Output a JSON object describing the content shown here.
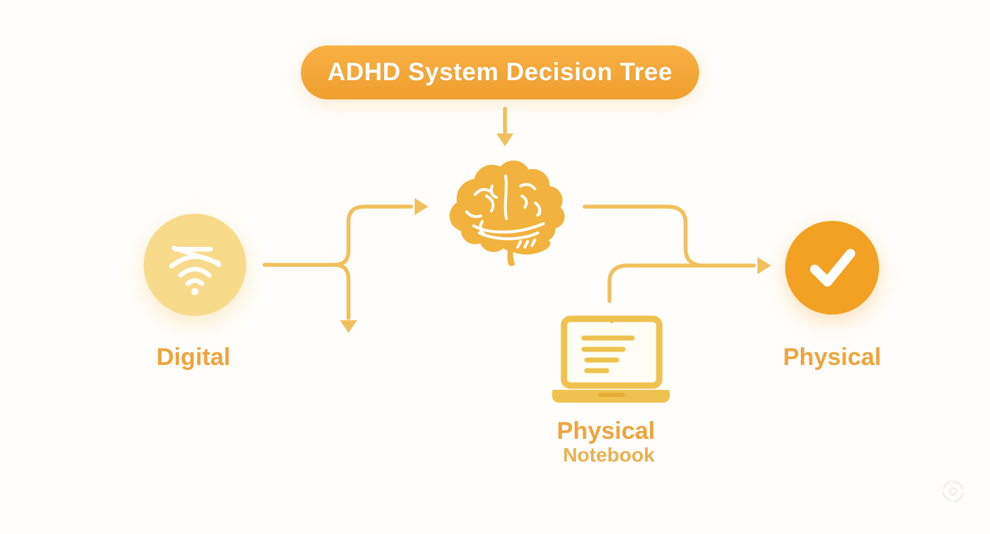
{
  "diagram": {
    "title": "ADHD System Decision Tree",
    "nodes": {
      "root": {
        "label": "ADHD System Decision Tree",
        "shape": "pill-banner"
      },
      "brain": {
        "icon": "brain-icon",
        "role": "decision-hub"
      },
      "digital": {
        "label": "Digital",
        "icon": "wifi-signal-icon",
        "shape": "pale-yellow-circle"
      },
      "notebook": {
        "label": "Physical",
        "sublabel": "Notebook",
        "icon": "laptop-icon"
      },
      "physical": {
        "label": "Physical",
        "icon": "checkmark-circle-icon",
        "shape": "orange-circle"
      }
    },
    "connectors": [
      {
        "from": "root",
        "to": "brain",
        "style": "straight-down-arrow"
      },
      {
        "from": "digital",
        "to": "brain",
        "style": "fork-up-right-arrow"
      },
      {
        "from": "digital",
        "to": "unlabeled-branch",
        "style": "fork-down-arrow"
      },
      {
        "from": "brain",
        "to": "physical",
        "style": "s-curve-right-arrow"
      },
      {
        "from": "notebook",
        "to": "physical",
        "style": "up-then-right-merge"
      }
    ],
    "colors": {
      "background": "#FFFEFC",
      "banner_top": "#F8B145",
      "banner_bottom": "#EF9F2D",
      "banner_text": "#FFFFFF",
      "brain_gold": "#F1B33E",
      "digital_circle": "#F8DA8B",
      "check_circle": "#F2A122",
      "arrow_gold": "#F1C05C",
      "label_orange": "#EFA43C",
      "sublabel_gold": "#ECB04E",
      "laptop_gold": "#EFC24F"
    },
    "watermark": {
      "icon": "camera-logo-watermark-icon"
    }
  }
}
